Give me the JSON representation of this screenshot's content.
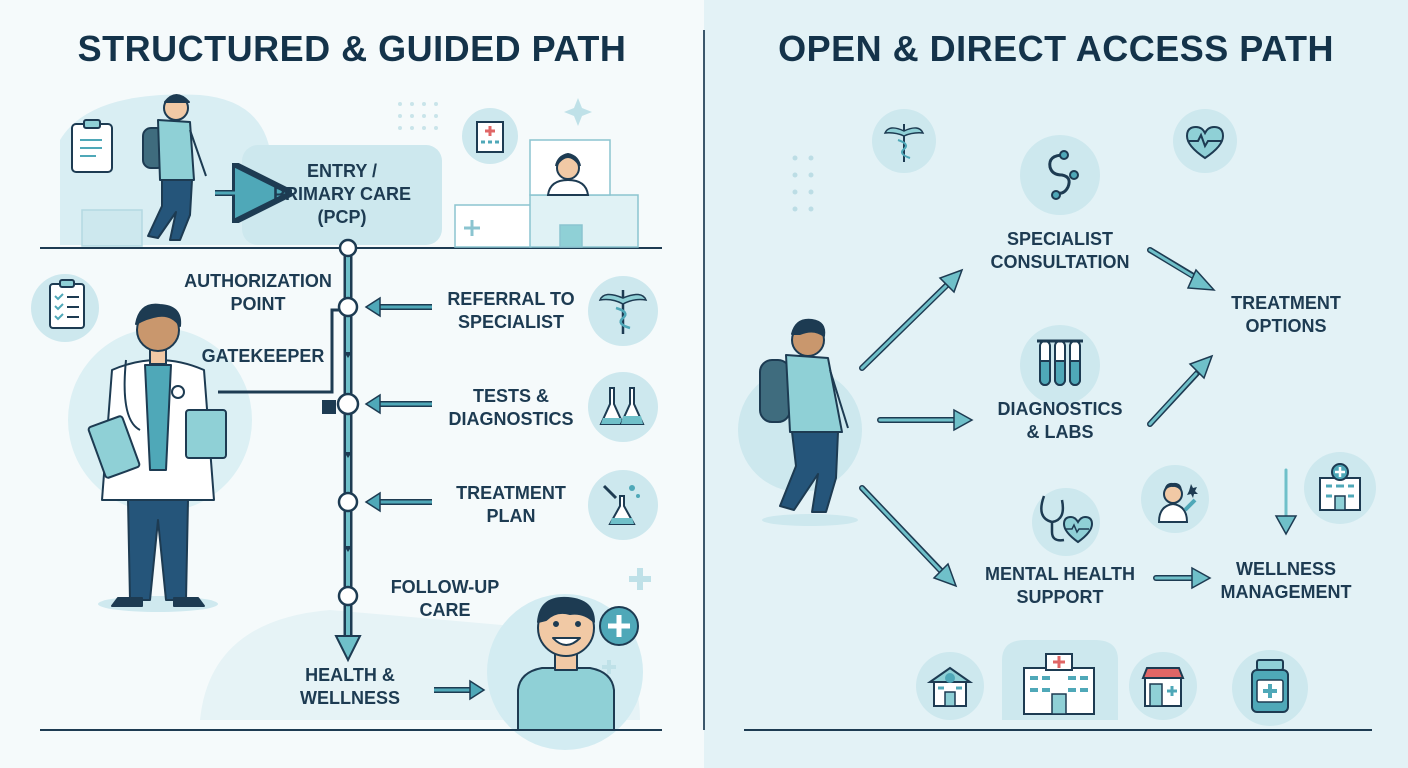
{
  "left": {
    "title": "STRUCTURED & GUIDED PATH",
    "entry_label": "ENTRY /\nPRIMARY CARE\n(PCP)",
    "authorization_label": "AUTHORIZATION\nPOINT",
    "gatekeeper_label": "GATEKEEPER",
    "steps": [
      {
        "label": "REFERRAL TO\nSPECIALIST",
        "icon": "caduceus-icon"
      },
      {
        "label": "TESTS &\nDIAGNOSTICS",
        "icon": "flasks-icon"
      },
      {
        "label": "TREATMENT\nPLAN",
        "icon": "lab-treatment-icon"
      }
    ],
    "follow_up_label": "FOLLOW-UP\nCARE",
    "outcome_label": "HEALTH &\nWELLNESS"
  },
  "right": {
    "title": "OPEN & DIRECT ACCESS PATH",
    "nodes": {
      "specialist": "SPECIALIST\nCONSULTATION",
      "diagnostics": "DIAGNOSTICS\n& LABS",
      "mental_health": "MENTAL HEALTH\nSUPPORT",
      "treatment": "TREATMENT\nOPTIONS",
      "wellness": "WELLNESS\nMANAGEMENT"
    },
    "icons": [
      "caduceus-icon",
      "heartbeat-icon",
      "stethoscope-icon",
      "test-tubes-icon",
      "stethoscope-heart-icon",
      "doctor-icon",
      "hospital-icon",
      "clinic-icon",
      "hospital-building-icon",
      "pharmacy-store-icon",
      "medicine-jar-icon"
    ]
  },
  "colors": {
    "navy": "#1d3b52",
    "teal": "#4fa8b8",
    "light_teal": "#cfe9ef",
    "left_bg": "#f5fafb",
    "right_bg": "#e3f2f6"
  }
}
